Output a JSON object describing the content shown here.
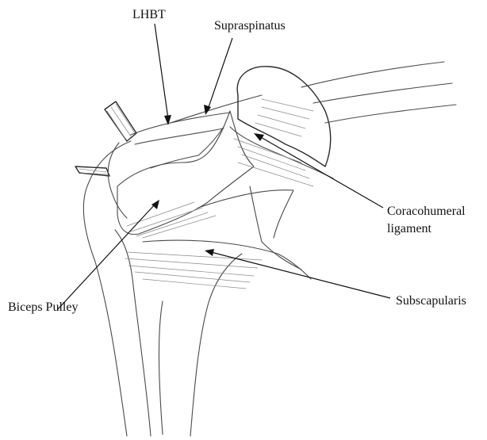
{
  "labels": {
    "lhbt": "LHBT",
    "supraspinatus": "Supraspinatus",
    "coracohumeral_line1": "Coracohumeral",
    "coracohumeral_line2": "ligament",
    "subscapularis": "Subscapularis",
    "biceps_pulley": "Biceps Pulley"
  }
}
